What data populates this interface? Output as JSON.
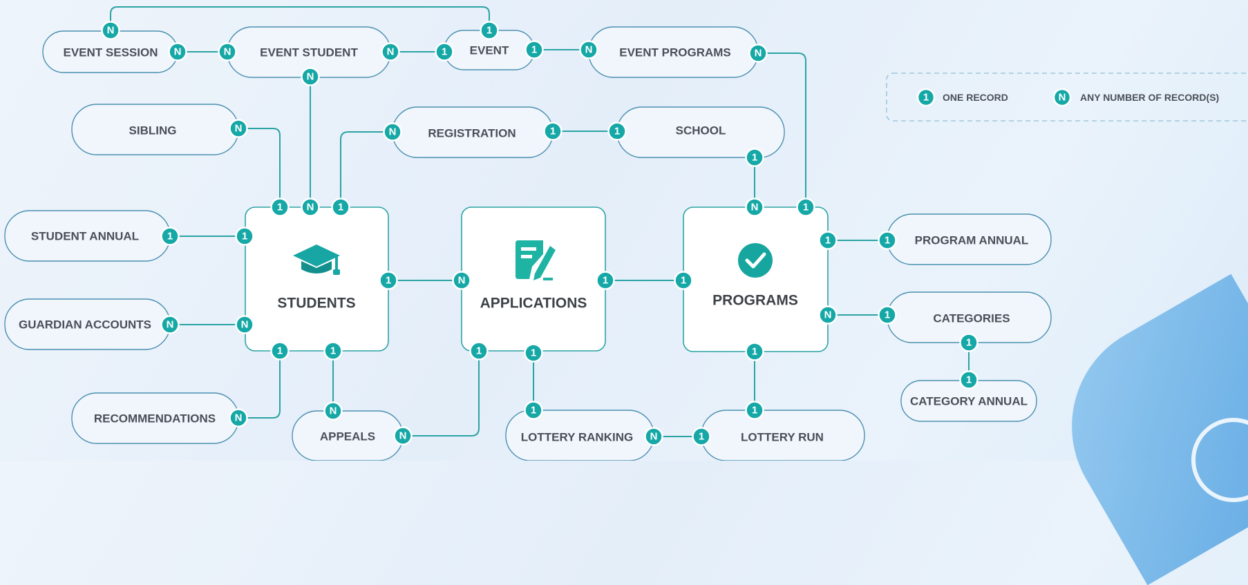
{
  "colors": {
    "accent": "#15a8a6",
    "line": "#2aa3a3",
    "pill_stroke": "#4a8fb0",
    "pill_fill": "#f1f6fc",
    "hub_fill": "#ffffff",
    "students_icon": "#18a6a4",
    "applications_icon": "#1fb3a4",
    "programs_icon": "#17a69f"
  },
  "hubs": {
    "students": {
      "label": "STUDENTS",
      "icon": "graduation-cap-icon"
    },
    "applications": {
      "label": "APPLICATIONS",
      "icon": "edit-document-icon"
    },
    "programs": {
      "label": "PROGRAMS",
      "icon": "check-circle-icon"
    }
  },
  "entities": {
    "event_session": "EVENT SESSION",
    "event_student": "EVENT STUDENT",
    "event": "EVENT",
    "event_programs": "EVENT PROGRAMS",
    "sibling": "SIBLING",
    "registration": "REGISTRATION",
    "school": "SCHOOL",
    "student_annual": "STUDENT ANNUAL",
    "guardian_accounts": "GUARDIAN ACCOUNTS",
    "recommendations": "RECOMMENDATIONS",
    "appeals": "APPEALS",
    "lottery_ranking": "LOTTERY RANKING",
    "lottery_run": "LOTTERY RUN",
    "program_annual": "PROGRAM ANNUAL",
    "categories": "CATEGORIES",
    "category_annual": "CATEGORY ANNUAL"
  },
  "cardinality": {
    "one": "1",
    "many": "N"
  },
  "legend": {
    "one": {
      "symbol": "1",
      "label": "ONE RECORD"
    },
    "many": {
      "symbol": "N",
      "label": "ANY NUMBER OF RECORD(S)"
    }
  },
  "relationships": [
    {
      "from": "event_session",
      "to": "event_student",
      "from_card": "N",
      "to_card": "N"
    },
    {
      "from": "event_session",
      "to": "event",
      "from_card": "N",
      "to_card": "1"
    },
    {
      "from": "event_student",
      "to": "event",
      "from_card": "N",
      "to_card": "1"
    },
    {
      "from": "event_student",
      "to": "students",
      "from_card": "N",
      "to_card": "N"
    },
    {
      "from": "event",
      "to": "event_programs",
      "from_card": "1",
      "to_card": "N"
    },
    {
      "from": "event_programs",
      "to": "programs",
      "from_card": "N",
      "to_card": "1"
    },
    {
      "from": "sibling",
      "to": "students",
      "from_card": "N",
      "to_card": "1"
    },
    {
      "from": "registration",
      "to": "students",
      "from_card": "N",
      "to_card": "1"
    },
    {
      "from": "registration",
      "to": "school",
      "from_card": "1",
      "to_card": "1"
    },
    {
      "from": "school",
      "to": "programs",
      "from_card": "1",
      "to_card": "N"
    },
    {
      "from": "student_annual",
      "to": "students",
      "from_card": "1",
      "to_card": "1"
    },
    {
      "from": "guardian_accounts",
      "to": "students",
      "from_card": "N",
      "to_card": "N"
    },
    {
      "from": "recommendations",
      "to": "students",
      "from_card": "N",
      "to_card": "1"
    },
    {
      "from": "appeals",
      "to": "students",
      "from_card": "N",
      "to_card": "1"
    },
    {
      "from": "appeals",
      "to": "applications",
      "from_card": "N",
      "to_card": "1"
    },
    {
      "from": "students",
      "to": "applications",
      "from_card": "1",
      "to_card": "N"
    },
    {
      "from": "applications",
      "to": "programs",
      "from_card": "1",
      "to_card": "1"
    },
    {
      "from": "applications",
      "to": "lottery_ranking",
      "from_card": "1",
      "to_card": "1"
    },
    {
      "from": "lottery_ranking",
      "to": "lottery_run",
      "from_card": "N",
      "to_card": "1"
    },
    {
      "from": "lottery_run",
      "to": "programs",
      "from_card": "1",
      "to_card": "1"
    },
    {
      "from": "programs",
      "to": "program_annual",
      "from_card": "1",
      "to_card": "1"
    },
    {
      "from": "programs",
      "to": "categories",
      "from_card": "N",
      "to_card": "1"
    },
    {
      "from": "categories",
      "to": "category_annual",
      "from_card": "1",
      "to_card": "1"
    }
  ]
}
